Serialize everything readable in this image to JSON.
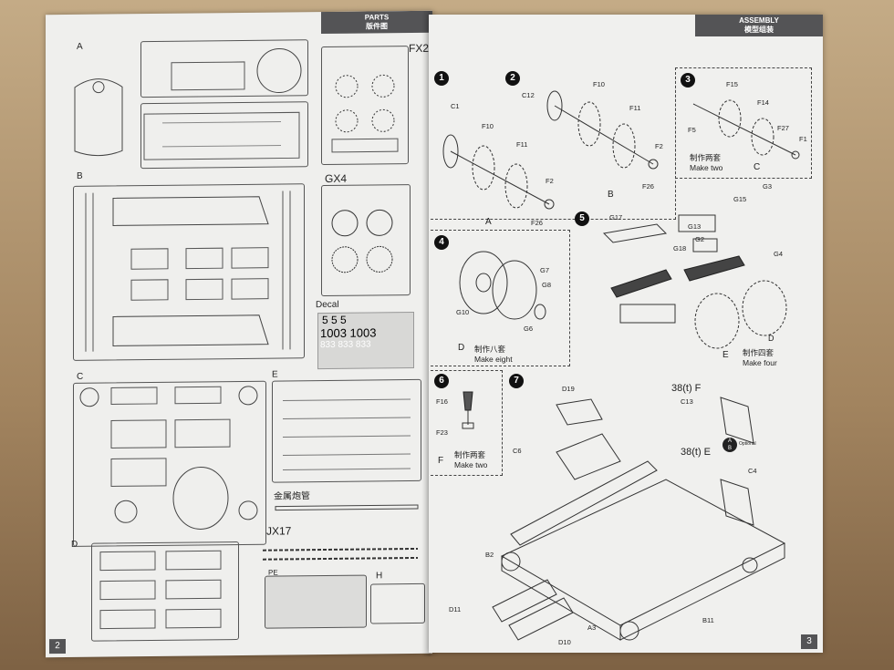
{
  "left_page": {
    "header": {
      "title_en": "PARTS",
      "title_cn": "版件图"
    },
    "page_number": "2",
    "sprues": [
      {
        "id": "A"
      },
      {
        "id": "FX2"
      },
      {
        "id": "B"
      },
      {
        "id": "GX4"
      },
      {
        "id": "C"
      },
      {
        "id": "E"
      },
      {
        "id": "D"
      },
      {
        "id": "JX17"
      },
      {
        "id": "PE"
      },
      {
        "id": "H"
      }
    ],
    "decal": {
      "label": "Decal",
      "row1": "5   5   5",
      "row2": "1003 1003",
      "row3": "833 833 833"
    },
    "metal_barrel": "金属炮管"
  },
  "right_page": {
    "header": {
      "title_en": "ASSEMBLY",
      "title_cn": "模型组装"
    },
    "page_number": "3",
    "steps": [
      {
        "num": "1",
        "parts": [
          "C1",
          "F10",
          "F11",
          "F2",
          "F26"
        ],
        "sub": "A"
      },
      {
        "num": "2",
        "parts": [
          "C12",
          "F10",
          "F11",
          "F2",
          "F26"
        ],
        "sub": "B"
      },
      {
        "num": "3",
        "parts": [
          "F15",
          "F14",
          "F5",
          "F27",
          "F1"
        ],
        "sub": "C",
        "note_cn": "制作两套",
        "note_en": "Make two"
      },
      {
        "num": "4",
        "parts": [
          "G7",
          "G8",
          "G10",
          "G6"
        ],
        "sub": "D",
        "note_cn": "制作八套",
        "note_en": "Make eight"
      },
      {
        "num": "5",
        "parts": [
          "G17",
          "G18",
          "G15",
          "G3",
          "G13",
          "G2",
          "G4"
        ],
        "sub": "E",
        "sub2": "D",
        "note_cn": "制作四套",
        "note_en": "Make four"
      },
      {
        "num": "6",
        "parts": [
          "F16",
          "F23"
        ],
        "sub": "F",
        "note_cn": "制作两套",
        "note_en": "Make two"
      },
      {
        "num": "7",
        "parts": [
          "D19",
          "C6",
          "B2",
          "D11",
          "D10",
          "A3",
          "B11",
          "C13",
          "C4"
        ],
        "variant_f": "38(t) F",
        "variant_e": "38(t) E",
        "optional": "Optional"
      }
    ]
  }
}
